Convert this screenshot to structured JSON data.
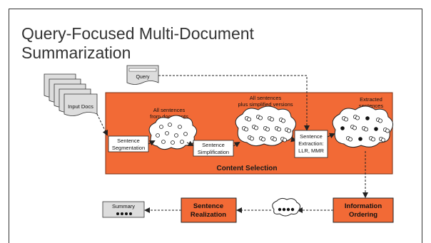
{
  "slide": {
    "title_line1": "Query-Focused Multi-Document",
    "title_line2": "Summarization"
  },
  "diagram": {
    "query_label": "Query",
    "input_docs_label": "Input Docs",
    "sentence_segmentation": [
      "Sentence",
      "Segmentation"
    ],
    "all_sentences_from_docs": [
      "All sentences",
      "from documents"
    ],
    "sentence_simplification": [
      "Sentence",
      "Simplification"
    ],
    "all_sentences_plus_simplified": [
      "All sentences",
      "plus simplified versions"
    ],
    "sentence_extraction": [
      "Sentence",
      "Extraction:",
      "LLR, MMR"
    ],
    "extracted_sentences": [
      "Extracted",
      "sentences"
    ],
    "content_selection": "Content Selection",
    "information_ordering": [
      "Information",
      "Ordering"
    ],
    "sentence_realization": [
      "Sentence",
      "Realization"
    ],
    "summary_label": "Summary",
    "colors": {
      "orange": "#F26A36",
      "dark": "#222222",
      "cloud_fill": "#ffffff"
    }
  }
}
